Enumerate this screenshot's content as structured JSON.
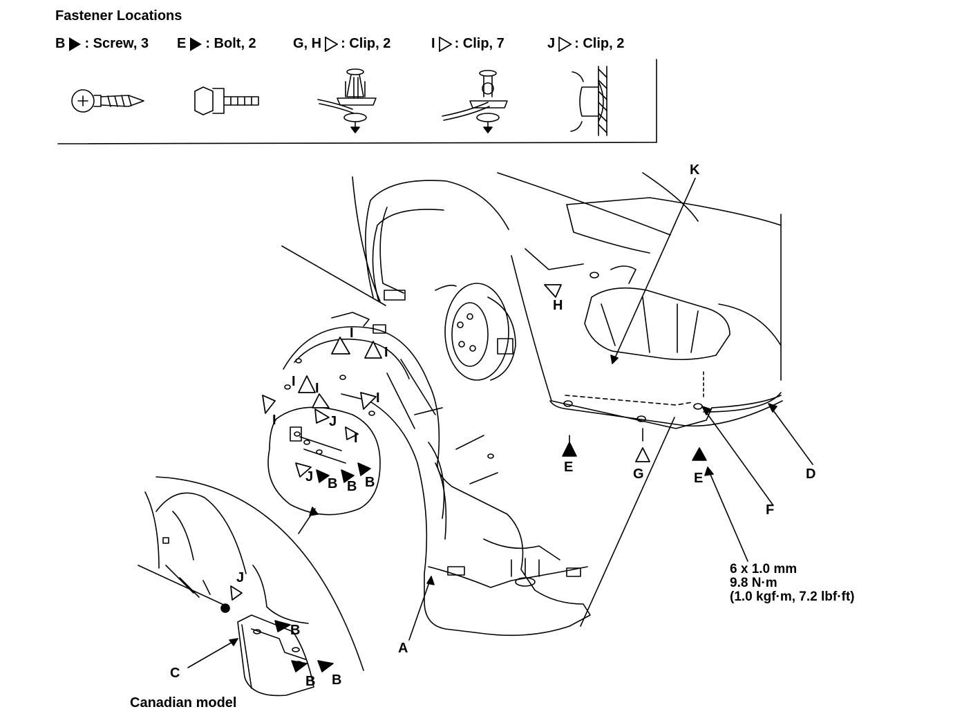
{
  "header": {
    "title": "Fastener Locations"
  },
  "legend": [
    {
      "letter": "B",
      "symbol": "filled-triangle-icon",
      "text": ": Screw, 3"
    },
    {
      "letter": "E",
      "symbol": "filled-triangle-icon",
      "text": ": Bolt, 2"
    },
    {
      "letter": "G, H",
      "symbol": "outline-triangle-icon",
      "text": ": Clip, 2"
    },
    {
      "letter": "I",
      "symbol": "outline-triangle-icon",
      "text": ": Clip, 7"
    },
    {
      "letter": "J",
      "symbol": "outline-triangle-icon",
      "text": ": Clip, 2"
    }
  ],
  "callouts": {
    "A": "A",
    "C": "C",
    "D": "D",
    "E": "E",
    "F": "F",
    "G": "G",
    "H": "H",
    "K": "K",
    "I": "I",
    "J": "J",
    "B": "B"
  },
  "torque": {
    "size": "6 x 1.0 mm",
    "nm": "9.8 N·m",
    "alt": "(1.0 kgf·m, 7.2 lbf·ft)"
  },
  "caption": "Canadian model",
  "colors": {
    "ink": "#000000",
    "paper": "#ffffff"
  }
}
